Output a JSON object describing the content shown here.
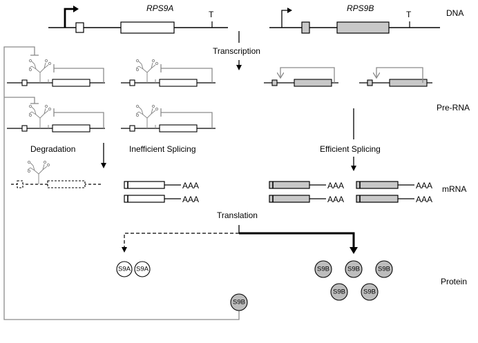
{
  "genes": {
    "left_name": "RPS9A",
    "right_name": "RPS9B",
    "terminator": "T"
  },
  "stages": {
    "dna": "DNA",
    "pre_rna": "Pre-RNA",
    "mrna": "mRNA",
    "protein": "Protein"
  },
  "processes": {
    "transcription": "Transcription",
    "degradation": "Degradation",
    "inefficient_splicing": "Inefficient Splicing",
    "efficient_splicing": "Efficient Splicing",
    "translation": "Translation"
  },
  "tail": "AAA",
  "proteins": {
    "a": "S9A",
    "b": "S9B"
  },
  "colors": {
    "line": "#000000",
    "feedback_grey": "#8a8a8a",
    "exon_fill_b": "#c8c8c8",
    "protein_b_fill": "#bdbdbd"
  }
}
